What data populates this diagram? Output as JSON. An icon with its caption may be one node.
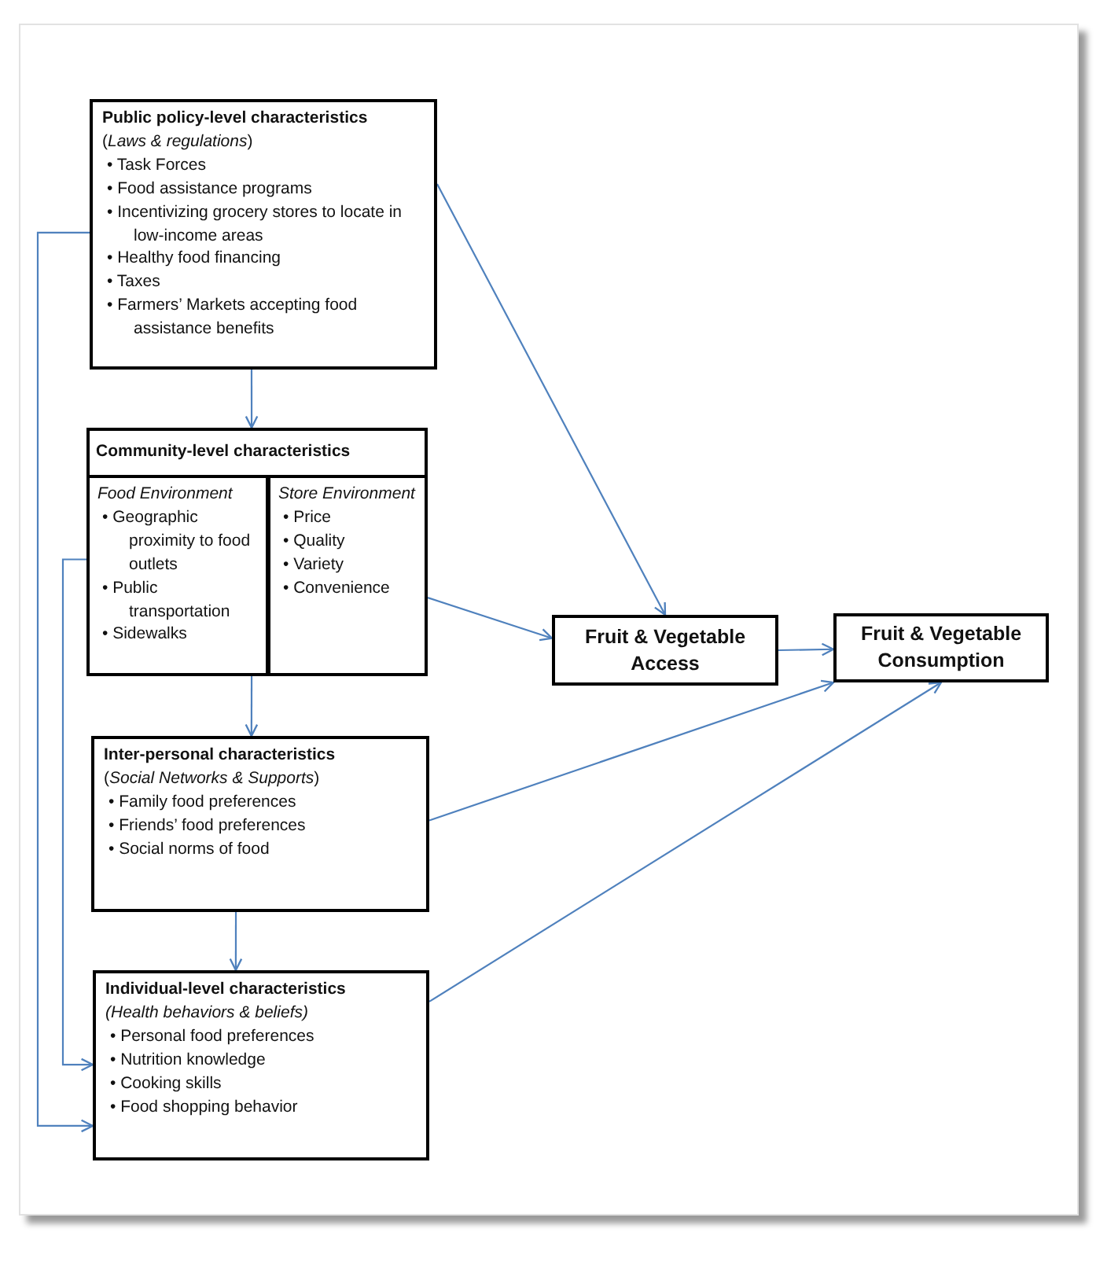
{
  "diagram": {
    "nodes": [
      {
        "text": [
          "Public policy-level characteristics",
          "(*Laws & regulations*)",
          "• Task Forces",
          "• Food assistance programs",
          "• Incentivizing grocery stores to locate in low-income areas",
          "• Healthy food financing",
          "• Taxes",
          "• Farmers’ Markets accepting food assistance benefits"
        ]
      },
      {
        "text": [
          "Community-level characteristics"
        ]
      },
      {
        "text": [
          "Food Environment",
          "• Geographic proximity to food outlets",
          "• Public transportation",
          "• Sidewalks"
        ],
        "in": 1
      },
      {
        "text": [
          "Store Environment",
          "• Price",
          "• Quality",
          "• Variety",
          "• Convenience"
        ],
        "in": 1
      },
      {
        "text": [
          "Inter-personal characteristics",
          "(*Social Networks & Supports*)",
          "• Family food preferences",
          "• Friends’ food preferences",
          "• Social norms of food"
        ]
      },
      {
        "text": [
          "Individual-level characteristics",
          "(Health behaviors & beliefs)",
          "• Personal food preferences",
          "• Nutrition knowledge",
          "• Cooking skills",
          "• Food shopping behavior"
        ]
      },
      {
        "text": [
          "Fruit & Vegetable Access"
        ]
      },
      {
        "text": [
          "Fruit & Vegetable Consumption"
        ]
      }
    ],
    "edges": [
      {
        "from": 0,
        "to": 1,
        "arrow": "to"
      },
      {
        "from": 0,
        "to": 6,
        "arrow": "to"
      },
      {
        "from": 0,
        "to": 5,
        "arrow": "to"
      },
      {
        "from": 1,
        "to": 4,
        "arrow": "to"
      },
      {
        "from": 3,
        "to": 6,
        "arrow": "to"
      },
      {
        "from": 2,
        "to": 5,
        "arrow": "to"
      },
      {
        "from": 4,
        "to": 5,
        "arrow": "to"
      },
      {
        "from": 6,
        "to": 7,
        "arrow": "to"
      },
      {
        "from": 4,
        "to": 7,
        "arrow": "to"
      },
      {
        "from": 5,
        "to": 7,
        "arrow": "to"
      }
    ]
  }
}
